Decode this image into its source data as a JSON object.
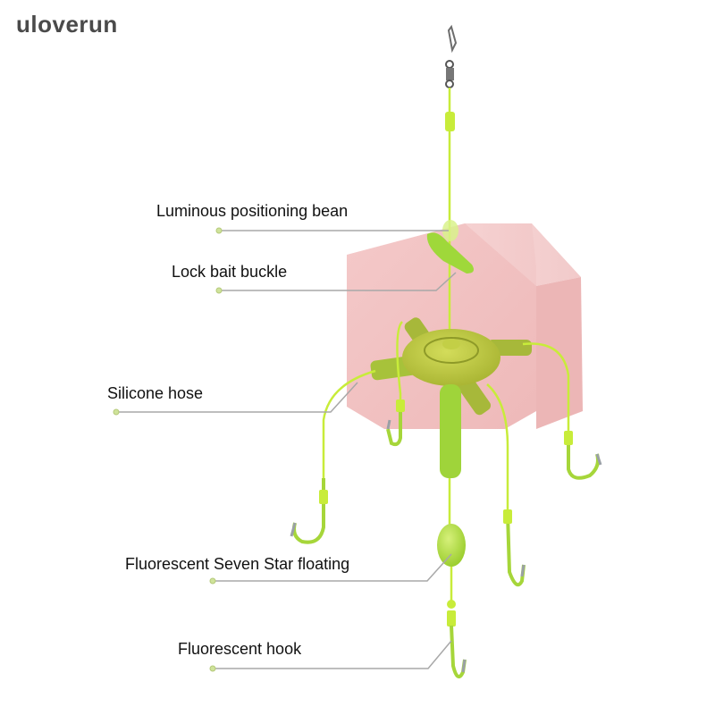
{
  "brand": {
    "name": "uloverun"
  },
  "diagram": {
    "subject": "fishing bait rig with hooks and bait block",
    "colors": {
      "line_green": "#c8ec3a",
      "part_green": "#a6d63a",
      "hub_olive": "#b8c83c",
      "bait_pink": "#f2c4c4",
      "hook_steel": "#9aa0a6",
      "leader_grey": "#a8a8a8",
      "dot_green": "#cfe39a"
    },
    "callouts": [
      {
        "id": "luminous-bean",
        "label": "Luminous positioning bean"
      },
      {
        "id": "lock-bait-buckle",
        "label": "Lock bait buckle"
      },
      {
        "id": "silicone-hose",
        "label": "Silicone hose"
      },
      {
        "id": "seven-star-float",
        "label": "Fluorescent Seven Star floating"
      },
      {
        "id": "fluorescent-hook",
        "label": "Fluorescent hook"
      }
    ]
  }
}
